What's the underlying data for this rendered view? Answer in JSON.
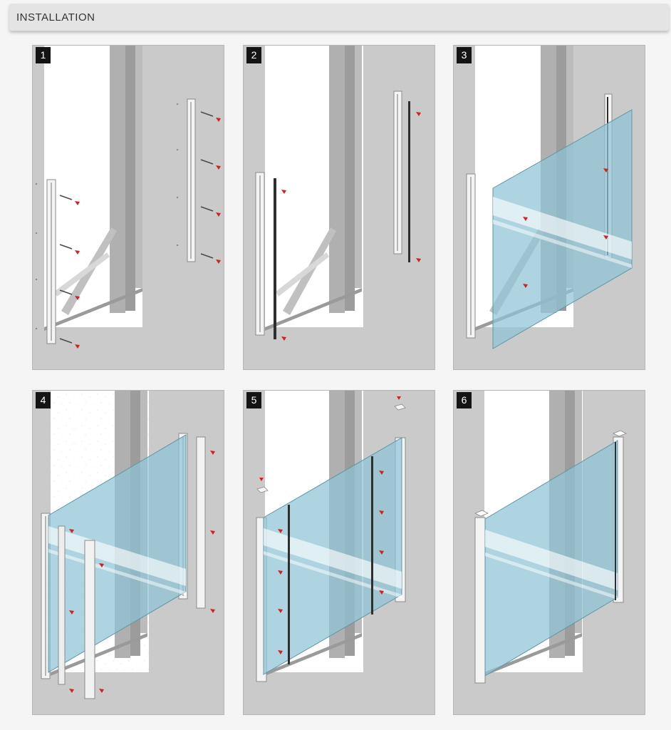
{
  "header": {
    "title": "INSTALLATION"
  },
  "steps": [
    {
      "number": "1"
    },
    {
      "number": "2"
    },
    {
      "number": "3"
    },
    {
      "number": "4"
    },
    {
      "number": "5"
    },
    {
      "number": "6"
    }
  ],
  "colors": {
    "background": "#f5f5f5",
    "header": "#e4e4e4",
    "wall": "#cacaca",
    "frame": "#a5a5a5",
    "glass": "#8fc3d6",
    "arrow": "#d42020",
    "badge": "#141414"
  }
}
